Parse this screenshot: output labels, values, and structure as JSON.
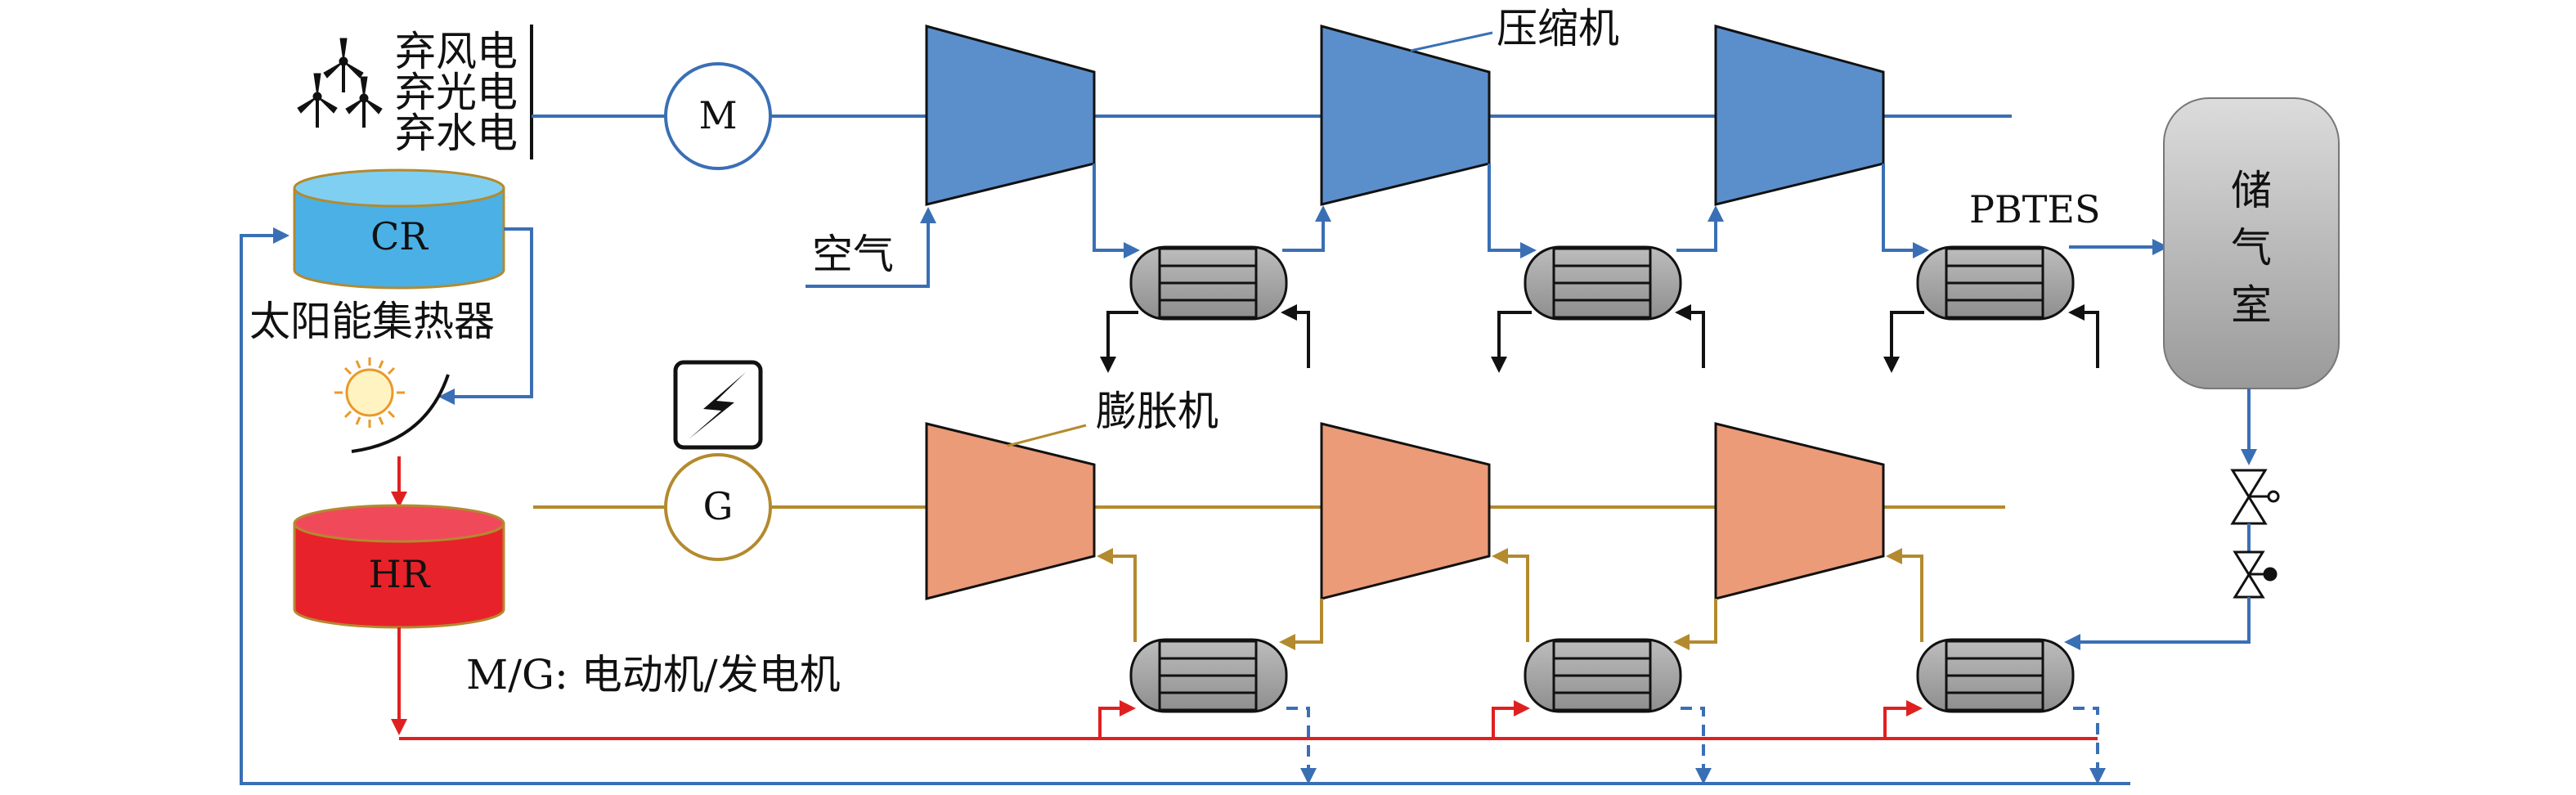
{
  "sources": [
    "弃风电",
    "弃光电",
    "弃水电"
  ],
  "motor_label": "M",
  "generator_label": "G",
  "compressor_label": "压缩机",
  "expander_label": "膨胀机",
  "air_label": "空气",
  "cold_reservoir_label": "CR",
  "hot_reservoir_label": "HR",
  "solar_collector_label": "太阳能集热器",
  "pbtes_label": "PBTES",
  "storage_chamber_label": [
    "储",
    "气",
    "室"
  ],
  "legend_mg": "M/G: 电动机/发电机",
  "colors": {
    "compressor": "#5b8fcc",
    "expander": "#eb9b77",
    "blue_line": "#3a6fb5",
    "gold_line": "#b38a2e",
    "red_line": "#e02020",
    "cold_reservoir": "#4ab0e6",
    "hot_reservoir": "#e8222a",
    "exchanger": "#a7a7a7"
  }
}
